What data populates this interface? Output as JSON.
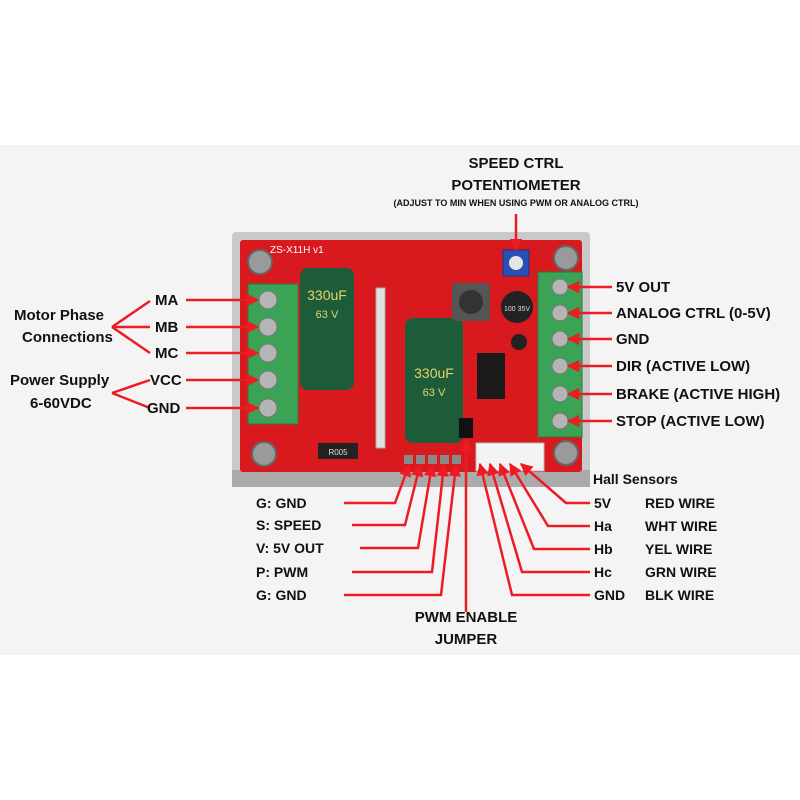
{
  "title": {
    "line1": "SPEED CTRL",
    "line2": "POTENTIOMETER",
    "note": "(ADJUST TO MIN WHEN USING PWM OR ANALOG CTRL)"
  },
  "board": {
    "silk_model": "ZS-X11H  v1",
    "cap_text": "330uF",
    "cap_volt": "63 V",
    "resistor_code": "R005",
    "small_cap_text": "100 35V"
  },
  "left_groups": [
    {
      "label": "Motor Phase Connections",
      "line1": "Motor Phase",
      "line2": "Connections"
    },
    {
      "label": "Power Supply 6-60VDC",
      "line1": "Power Supply",
      "line2": "6-60VDC"
    }
  ],
  "left_pins": [
    "MA",
    "MB",
    "MC",
    "VCC",
    "GND"
  ],
  "right_pins": [
    "5V OUT",
    "ANALOG CTRL (0-5V)",
    "GND",
    "DIR (ACTIVE LOW)",
    "BRAKE (ACTIVE HIGH)",
    "STOP (ACTIVE LOW)"
  ],
  "bottom_pins": [
    "G: GND",
    "S: SPEED",
    "V: 5V OUT",
    "P: PWM",
    "G: GND"
  ],
  "hall": {
    "title": "Hall Sensors",
    "pins": [
      {
        "pin": "5V",
        "wire": "RED WIRE"
      },
      {
        "pin": "Ha",
        "wire": "WHT WIRE"
      },
      {
        "pin": "Hb",
        "wire": "YEL WIRE"
      },
      {
        "pin": "Hc",
        "wire": "GRN WIRE"
      },
      {
        "pin": "GND",
        "wire": "BLK WIRE"
      }
    ]
  },
  "jumper": {
    "line1": "PWM ENABLE",
    "line2": "JUMPER"
  },
  "colors": {
    "arrow": "#ee1b24",
    "pcb": "#d8191e",
    "terminal": "#3aa355",
    "capacitor": "#1d5c38",
    "heatsink": "#c9c9c9"
  }
}
